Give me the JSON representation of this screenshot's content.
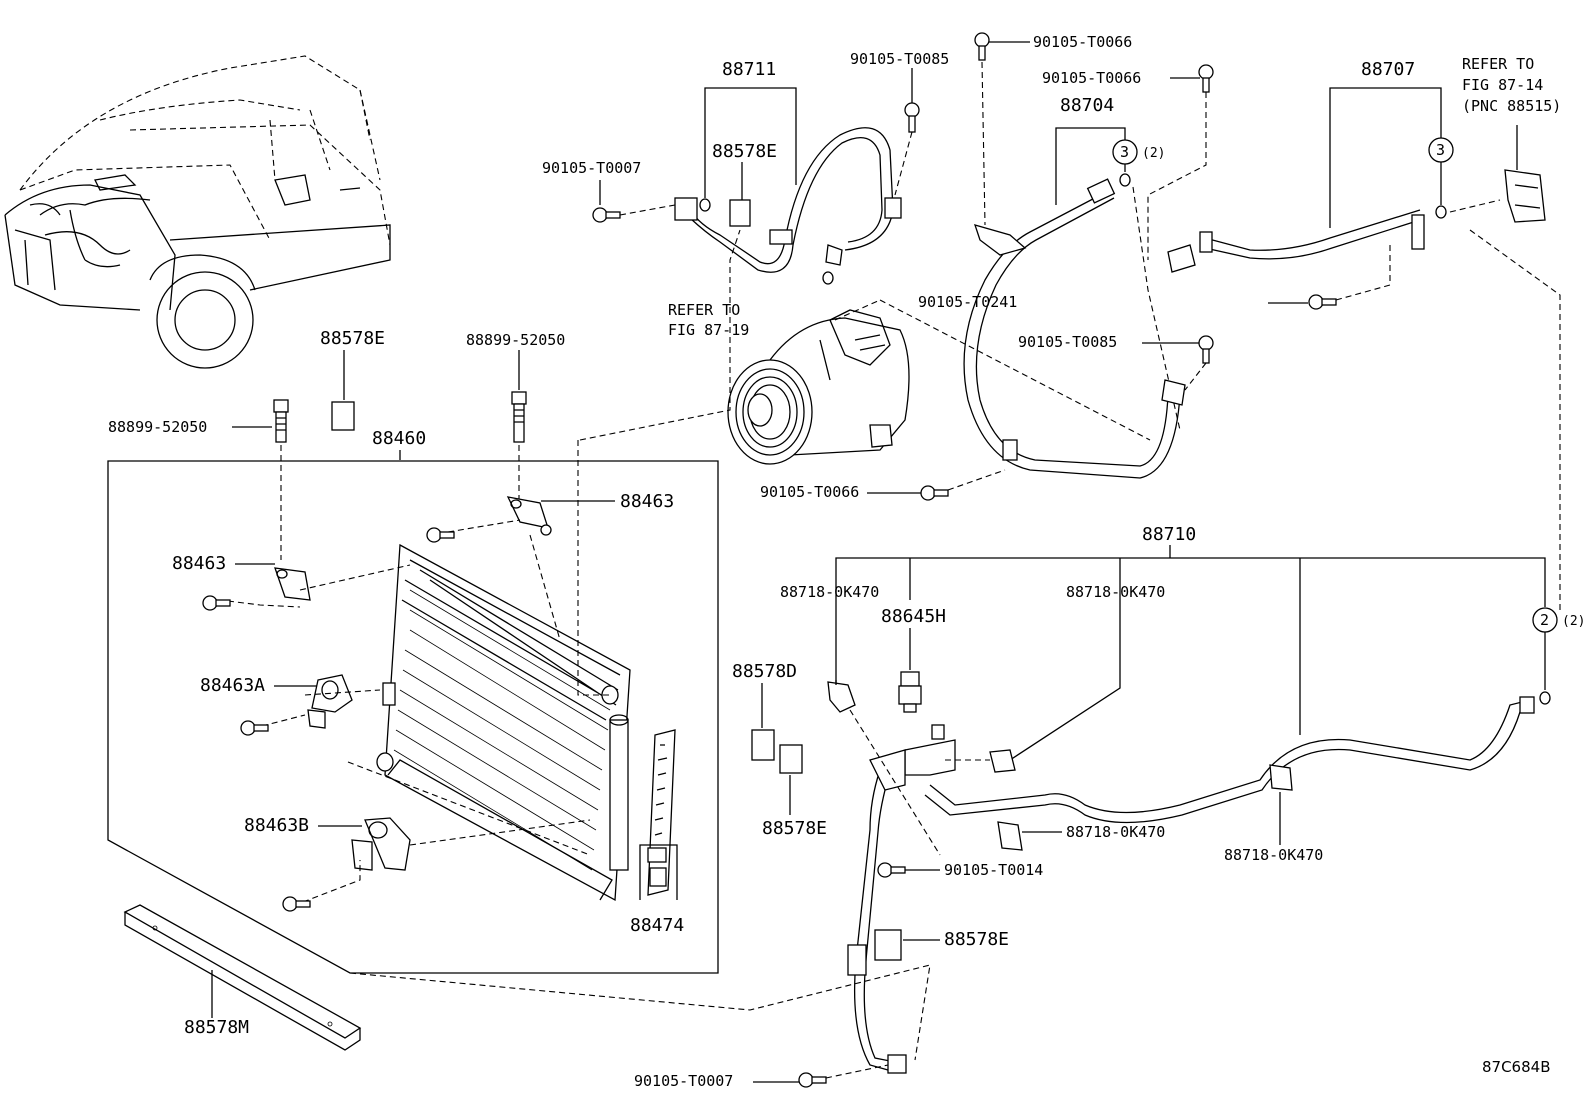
{
  "diagram_code": "87C684B",
  "refs": {
    "fig_87_19": [
      "REFER TO",
      "FIG 87-19"
    ],
    "fig_87_14": [
      "REFER TO",
      "FIG 87-14",
      "(PNC 88515)"
    ]
  },
  "callouts": {
    "c3a_num": "3",
    "c3a_qty": "(2)",
    "c3b_num": "3",
    "c2_num": "2",
    "c2_qty": "(2)"
  },
  "labels": {
    "p88711": "88711",
    "p88578E_top": "88578E",
    "p90105T0007_top": "90105-T0007",
    "p90105T0085_top": "90105-T0085",
    "p90105T0066_a": "90105-T0066",
    "p90105T0066_b": "90105-T0066",
    "p88704": "88704",
    "p88707": "88707",
    "p90105T0241": "90105-T0241",
    "p90105T0085_mid": "90105-T0085",
    "p90105T0066_c": "90105-T0066",
    "p88578E_left": "88578E",
    "p88899_52050_a": "88899-52050",
    "p88899_52050_b": "88899-52050",
    "p88460": "88460",
    "p88463_r": "88463",
    "p88463_l": "88463",
    "p88463A": "88463A",
    "p88463B": "88463B",
    "p88474": "88474",
    "p88578M": "88578M",
    "p88710": "88710",
    "p88718_a": "88718-0K470",
    "p88718_b": "88718-0K470",
    "p88718_c": "88718-0K470",
    "p88718_d": "88718-0K470",
    "p88645H": "88645H",
    "p88578D": "88578D",
    "p88578E_mid": "88578E",
    "p90105T0014": "90105-T0014",
    "p88578E_low": "88578E",
    "p90105T0007_bot": "90105-T0007"
  }
}
